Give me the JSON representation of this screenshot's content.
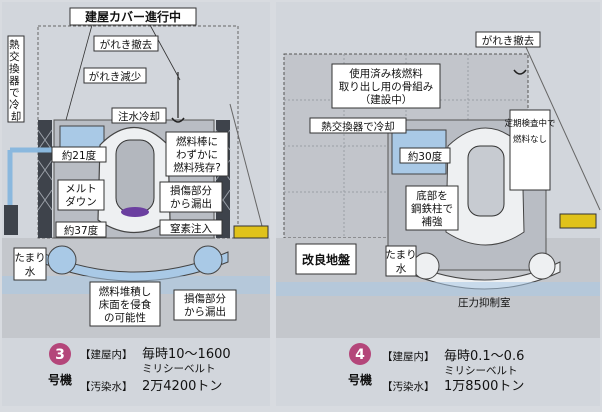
{
  "unit3": {
    "labels": {
      "cover": "建屋カバー進行中",
      "hx": "熱交換器で冷却",
      "rubble_removal": "がれき撤去",
      "rubble_reduce": "がれき減少",
      "water_inject": "注水冷却",
      "temp": "約21度",
      "fuel_rods_1": "燃料棒に",
      "fuel_rods_2": "わずかに",
      "fuel_rods_3": "燃料残存?",
      "melt_1": "メルト",
      "melt_2": "ダウン",
      "leak_1a": "損傷部分",
      "leak_1b": "から漏出",
      "temp2": "約37度",
      "nitrogen": "窒素注入",
      "pool_1": "たまり",
      "pool_2": "水",
      "debris_1": "燃料堆積し",
      "debris_2": "床面を侵食",
      "debris_3": "の可能性",
      "leak_2a": "損傷部分",
      "leak_2b": "から漏出"
    },
    "info": {
      "number": "3",
      "suffix": "号機",
      "in_building_label": "【建屋内】",
      "in_building_value": "毎時10～1600",
      "unit_line": "ミリシーベルト",
      "contaminated_label": "【汚染水】",
      "contaminated_value": "2万4200トン"
    }
  },
  "unit4": {
    "labels": {
      "rubble_removal": "がれき撤去",
      "frame_1": "使用済み核燃料",
      "frame_2": "取り出し用の骨組み",
      "frame_3": "（建設中）",
      "hx": "熱交換器で冷却",
      "temp": "約30度",
      "inspection_1": "定期検査中で",
      "inspection_2": "燃料なし",
      "base_1": "底部を",
      "base_2": "鋼鉄柱で",
      "base_3": "補強",
      "ground": "改良地盤",
      "pool_1": "たまり",
      "pool_2": "水",
      "suppression": "圧力抑制室"
    },
    "info": {
      "number": "4",
      "suffix": "号機",
      "in_building_label": "【建屋内】",
      "in_building_value": "毎時0.1～0.6",
      "unit_line": "ミリシーベルト",
      "contaminated_label": "【汚染水】",
      "contaminated_value": "1万8500トン"
    }
  },
  "colors": {
    "badge": "#b4467a",
    "water": "#a9c9e6",
    "steel": "#5f6570",
    "crane": "#e0c21a"
  }
}
